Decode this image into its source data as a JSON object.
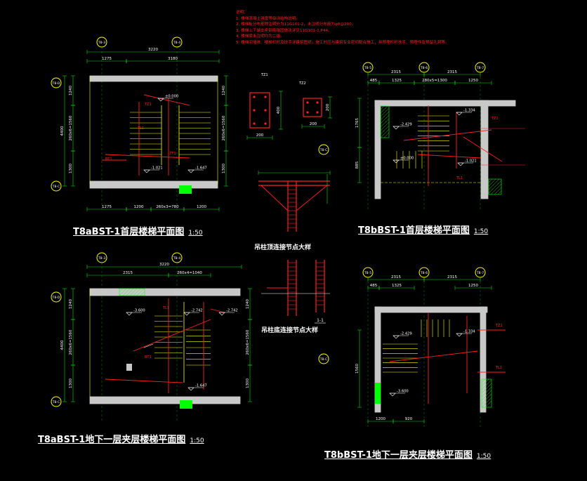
{
  "notes": {
    "heading": "说明：",
    "lines": [
      "1. 楼梯混凝土强度等级详结构说明。",
      "2. 楼梯板分布筋除注明外为11G101-2，未注明分布筋为φ8@200。",
      "3. 楼梯上下端支座钢筋锚固做法详见11G101-2,P44。",
      "4. 楼梯梁未注明均为二级。",
      "5. 楼梯间墙体、楼梯栏杆及扶手详建筑图纸，施工时应与建筑专业密切配合施工，并预埋栏杆扶手、预埋件及预留孔洞等。"
    ]
  },
  "plans": [
    {
      "id": "plan-a1",
      "title": "T8aBST-1首层楼梯平面图",
      "scale": "1:50",
      "axes_top": [
        "T8-3",
        "T8-4"
      ],
      "axes_left": [
        "T8-D",
        "T8-C"
      ],
      "dims_top": [
        "3220",
        "1275",
        "3180"
      ],
      "dims_bottom": [
        "1275",
        "1200",
        "260x3=780",
        "1200"
      ],
      "dims_left": [
        "4400",
        "1240",
        "260x6=1560",
        "1300"
      ],
      "labels": [
        "±0.000",
        "TZ1",
        "TL1",
        "-1.021",
        "-1.647",
        "ZT1",
        "BT1"
      ]
    },
    {
      "id": "plan-b1",
      "title": "T8bBST-1首层楼梯平面图",
      "scale": "1:50",
      "axes_top": [
        "T8-5",
        "T8-6",
        "T8-7"
      ],
      "axes_left": [
        "T8-C"
      ],
      "dims_top": [
        "2315",
        "2315",
        "485",
        "1325",
        "280x5=1300",
        "1250"
      ],
      "dims_left": [
        "1765",
        "885"
      ],
      "labels": [
        "-1.334",
        "-2.429",
        "±0.000",
        "-1.021",
        "TZ1",
        "TL1"
      ]
    },
    {
      "id": "plan-a2",
      "title": "T8aBST-1地下一层夹层楼梯平面图",
      "scale": "1:50",
      "axes_top": [
        "T8-3",
        "T8-4"
      ],
      "axes_left": [
        "T8-D",
        "T8-C"
      ],
      "dims_top": [
        "3220",
        "2315",
        "260x4=1040"
      ],
      "dims_left": [
        "4400",
        "1240",
        "260x6=1560",
        "1300"
      ],
      "labels": [
        "-3.600",
        "-2.742",
        "-2.742",
        "-1.647",
        "BT1",
        "TL1"
      ]
    },
    {
      "id": "plan-b2",
      "title": "T8bBST-1地下一层夹层楼梯平面图",
      "scale": "1:50",
      "axes_top": [
        "T8-5",
        "T8-6",
        "T8-7"
      ],
      "axes_left": [
        "T8-C"
      ],
      "dims_top": [
        "2315",
        "2315",
        "485",
        "1325",
        "1250"
      ],
      "dims_bottom": [
        "1200",
        "920"
      ],
      "labels": [
        "-2.429",
        "-1.334",
        "-3.600",
        "TZ1",
        "TL1"
      ]
    }
  ],
  "details": {
    "section_a": {
      "dims": [
        "200",
        "400"
      ],
      "label": "TZ1"
    },
    "section_b": {
      "dims": [
        "200",
        "200"
      ],
      "label": "TZ2"
    },
    "top_joint_title": "吊柱顶连接节点大样",
    "bottom_joint_title": "吊柱底连接节点大样",
    "section_mark": "1-1"
  },
  "colors": {
    "background": "#000000",
    "wall": "#c8c8c8",
    "dim_line": "#00e000",
    "rebar": "#ff2020",
    "stair_line": "#ffff00",
    "axis_bubble": "#ffff00",
    "text": "#ffffff",
    "green_fill": "#00ff00",
    "hatch": "#00ff00"
  }
}
